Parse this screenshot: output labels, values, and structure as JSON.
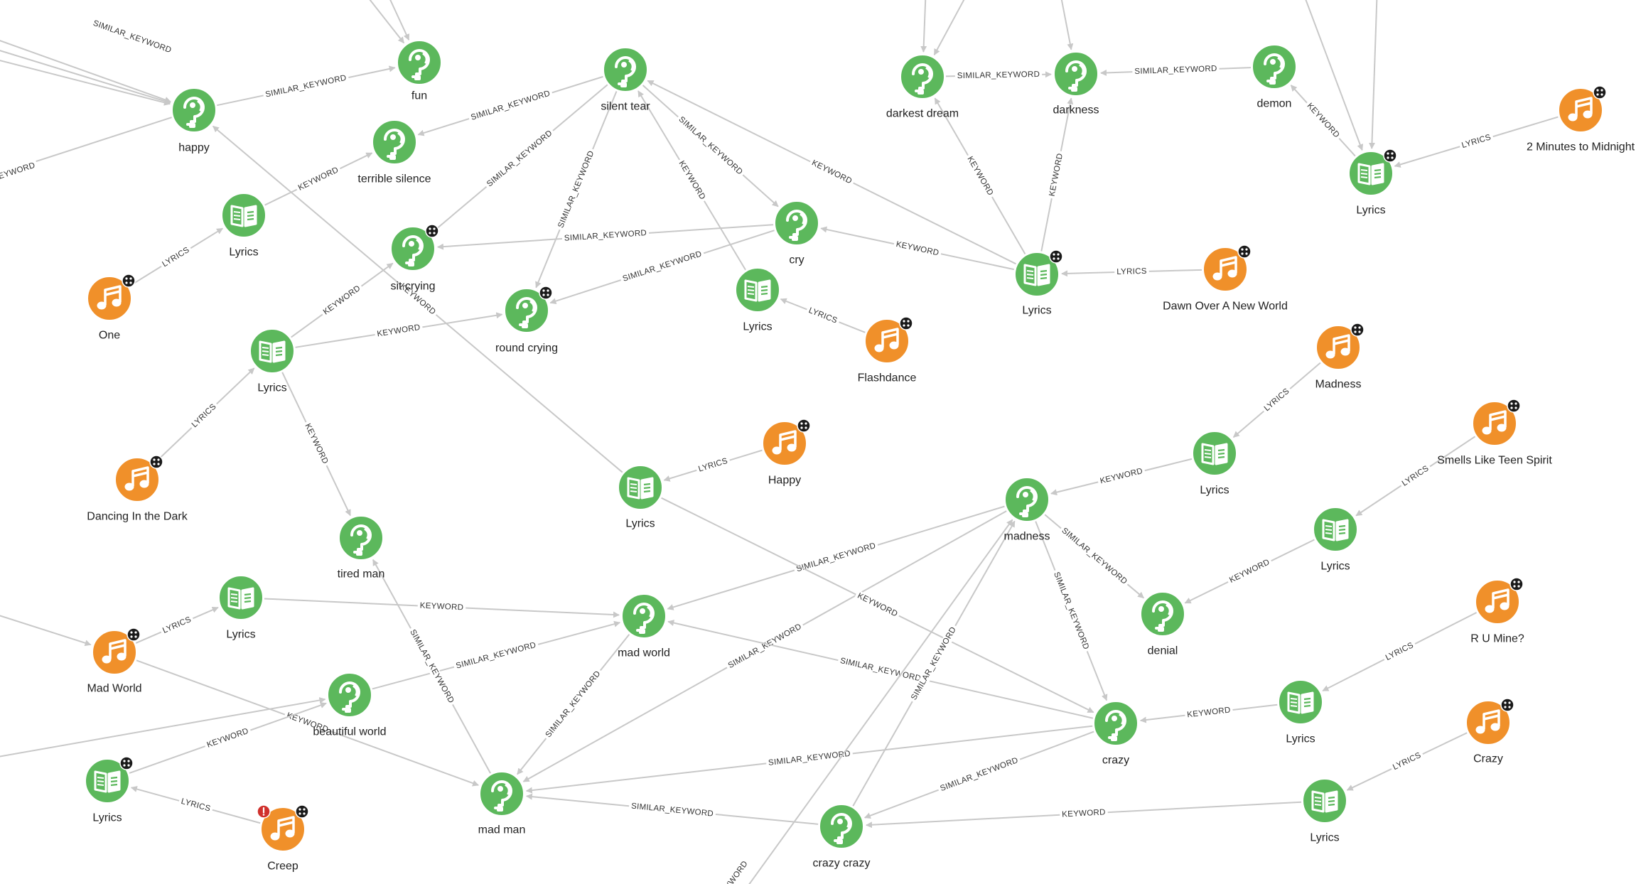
{
  "colors": {
    "keyword": "#5cb85c",
    "lyrics": "#5cb85c",
    "song": "#f0902a",
    "edge": "#c8c8c8",
    "badge": "#1a1a1a",
    "warning": "#d0312d"
  },
  "icons": {
    "keyword": "key-icon",
    "lyrics": "book-icon",
    "song": "music-note-icon",
    "badge": "expand-badge-icon",
    "warning": "warning-icon"
  },
  "nodes": [
    {
      "id": "fun",
      "label": "fun",
      "type": "keyword"
    },
    {
      "id": "happy",
      "label": "happy",
      "type": "keyword"
    },
    {
      "id": "silent_tear",
      "label": "silent tear",
      "type": "keyword"
    },
    {
      "id": "terrible_silence",
      "label": "terrible silence",
      "type": "keyword"
    },
    {
      "id": "lyrics_one",
      "label": "Lyrics",
      "type": "lyrics"
    },
    {
      "id": "one",
      "label": "One",
      "type": "song",
      "badge": true
    },
    {
      "id": "sit_crying",
      "label": "sit crying",
      "type": "keyword",
      "badge": true
    },
    {
      "id": "round_crying",
      "label": "round crying",
      "type": "keyword",
      "badge": true
    },
    {
      "id": "cry",
      "label": "cry",
      "type": "keyword"
    },
    {
      "id": "lyrics_flash",
      "label": "Lyrics",
      "type": "lyrics"
    },
    {
      "id": "flashdance",
      "label": "Flashdance",
      "type": "song",
      "badge": true
    },
    {
      "id": "lyrics_dark",
      "label": "Lyrics",
      "type": "lyrics"
    },
    {
      "id": "dancing",
      "label": "Dancing In the Dark",
      "type": "song",
      "badge": true
    },
    {
      "id": "tired_man",
      "label": "tired man",
      "type": "keyword"
    },
    {
      "id": "lyrics_happy",
      "label": "Lyrics",
      "type": "lyrics"
    },
    {
      "id": "happy_song",
      "label": "Happy",
      "type": "song",
      "badge": true
    },
    {
      "id": "darkest_dream",
      "label": "darkest dream",
      "type": "keyword"
    },
    {
      "id": "darkness",
      "label": "darkness",
      "type": "keyword"
    },
    {
      "id": "demon",
      "label": "demon",
      "type": "keyword"
    },
    {
      "id": "lyrics_2min",
      "label": "Lyrics",
      "type": "lyrics",
      "badge": true
    },
    {
      "id": "two_minutes",
      "label": "2 Minutes to Midnight",
      "type": "song",
      "badge": true
    },
    {
      "id": "lyrics_dawn",
      "label": "Lyrics",
      "type": "lyrics",
      "badge": true
    },
    {
      "id": "dawn",
      "label": "Dawn Over A New World",
      "type": "song",
      "badge": true
    },
    {
      "id": "madness_song",
      "label": "Madness",
      "type": "song",
      "badge": true
    },
    {
      "id": "lyrics_madness",
      "label": "Lyrics",
      "type": "lyrics"
    },
    {
      "id": "madness",
      "label": "madness",
      "type": "keyword"
    },
    {
      "id": "smells",
      "label": "Smells Like Teen Spirit",
      "type": "song",
      "badge": true
    },
    {
      "id": "lyrics_smells",
      "label": "Lyrics",
      "type": "lyrics"
    },
    {
      "id": "denial",
      "label": "denial",
      "type": "keyword"
    },
    {
      "id": "lyrics_madworld",
      "label": "Lyrics",
      "type": "lyrics"
    },
    {
      "id": "mad_world_song",
      "label": "Mad World",
      "type": "song",
      "badge": true
    },
    {
      "id": "mad_world",
      "label": "mad world",
      "type": "keyword"
    },
    {
      "id": "beautiful_world",
      "label": "beautiful world",
      "type": "keyword"
    },
    {
      "id": "lyrics_creep",
      "label": "Lyrics",
      "type": "lyrics",
      "badge": true
    },
    {
      "id": "creep",
      "label": "Creep",
      "type": "song",
      "badge": true,
      "warning": true
    },
    {
      "id": "mad_man",
      "label": "mad man",
      "type": "keyword"
    },
    {
      "id": "crazy_crazy",
      "label": "crazy crazy",
      "type": "keyword"
    },
    {
      "id": "crazy",
      "label": "crazy",
      "type": "keyword"
    },
    {
      "id": "ru_mine",
      "label": "R U Mine?",
      "type": "song",
      "badge": true
    },
    {
      "id": "lyrics_ru",
      "label": "Lyrics",
      "type": "lyrics"
    },
    {
      "id": "crazy_song",
      "label": "Crazy",
      "type": "song",
      "badge": true
    },
    {
      "id": "lyrics_crazy",
      "label": "Lyrics",
      "type": "lyrics"
    }
  ],
  "edges": [
    {
      "from": "happy",
      "to": "fun",
      "label": "SIMILAR_KEYWORD"
    },
    {
      "from": "silent_tear",
      "to": "terrible_silence",
      "label": "SIMILAR_KEYWORD"
    },
    {
      "from": "lyrics_one",
      "to": "terrible_silence",
      "label": "KEYWORD"
    },
    {
      "from": "one",
      "to": "lyrics_one",
      "label": "LYRICS"
    },
    {
      "from": "silent_tear",
      "to": "sit_crying",
      "label": "SIMILAR_KEYWORD"
    },
    {
      "from": "silent_tear",
      "to": "round_crying",
      "label": "SIMILAR_KEYWORD"
    },
    {
      "from": "silent_tear",
      "to": "cry",
      "label": "SIMILAR_KEYWORD"
    },
    {
      "from": "cry",
      "to": "sit_crying",
      "label": "SIMILAR_KEYWORD"
    },
    {
      "from": "cry",
      "to": "round_crying",
      "label": "SIMILAR_KEYWORD"
    },
    {
      "from": "lyrics_flash",
      "to": "silent_tear",
      "label": "KEYWORD"
    },
    {
      "from": "flashdance",
      "to": "lyrics_flash",
      "label": "LYRICS"
    },
    {
      "from": "lyrics_dark",
      "to": "sit_crying",
      "label": "KEYWORD"
    },
    {
      "from": "lyrics_dark",
      "to": "round_crying",
      "label": "KEYWORD"
    },
    {
      "from": "dancing",
      "to": "lyrics_dark",
      "label": "LYRICS"
    },
    {
      "from": "lyrics_dark",
      "to": "tired_man",
      "label": "KEYWORD"
    },
    {
      "from": "lyrics_happy",
      "to": "happy",
      "label": "KEYWORD"
    },
    {
      "from": "happy_song",
      "to": "lyrics_happy",
      "label": "LYRICS"
    },
    {
      "from": "darkest_dream",
      "to": "darkness",
      "label": "SIMILAR_KEYWORD"
    },
    {
      "from": "demon",
      "to": "darkness",
      "label": "SIMILAR_KEYWORD"
    },
    {
      "from": "lyrics_2min",
      "to": "demon",
      "label": "KEYWORD"
    },
    {
      "from": "two_minutes",
      "to": "lyrics_2min",
      "label": "LYRICS"
    },
    {
      "from": "lyrics_dawn",
      "to": "silent_tear",
      "label": "KEYWORD"
    },
    {
      "from": "lyrics_dawn",
      "to": "cry",
      "label": "KEYWORD"
    },
    {
      "from": "lyrics_dawn",
      "to": "darkest_dream",
      "label": "KEYWORD"
    },
    {
      "from": "lyrics_dawn",
      "to": "darkness",
      "label": "KEYWORD"
    },
    {
      "from": "dawn",
      "to": "lyrics_dawn",
      "label": "LYRICS"
    },
    {
      "from": "madness_song",
      "to": "lyrics_madness",
      "label": "LYRICS"
    },
    {
      "from": "lyrics_madness",
      "to": "madness",
      "label": "KEYWORD"
    },
    {
      "from": "smells",
      "to": "lyrics_smells",
      "label": "LYRICS"
    },
    {
      "from": "lyrics_smells",
      "to": "denial",
      "label": "KEYWORD"
    },
    {
      "from": "madness",
      "to": "denial",
      "label": "SIMILAR_KEYWORD"
    },
    {
      "from": "madness",
      "to": "crazy",
      "label": "SIMILAR_KEYWORD"
    },
    {
      "from": "madness",
      "to": "mad_world",
      "label": "SIMILAR_KEYWORD"
    },
    {
      "from": "madness",
      "to": "mad_man",
      "label": "SIMILAR_KEYWORD"
    },
    {
      "from": "lyrics_happy",
      "to": "crazy",
      "label": "KEYWORD"
    },
    {
      "from": "lyrics_madworld",
      "to": "mad_world",
      "label": "KEYWORD"
    },
    {
      "from": "mad_world_song",
      "to": "lyrics_madworld",
      "label": "LYRICS"
    },
    {
      "from": "mad_world_song",
      "to": "mad_man",
      "label": "KEYWORD"
    },
    {
      "from": "beautiful_world",
      "to": "mad_world",
      "label": "SIMILAR_KEYWORD"
    },
    {
      "from": "mad_world",
      "to": "mad_man",
      "label": "SIMILAR_KEYWORD"
    },
    {
      "from": "crazy",
      "to": "mad_world",
      "label": "SIMILAR_KEYWORD"
    },
    {
      "from": "mad_man",
      "to": "tired_man",
      "label": "SIMILAR_KEYWORD"
    },
    {
      "from": "lyrics_creep",
      "to": "beautiful_world",
      "label": "KEYWORD"
    },
    {
      "from": "creep",
      "to": "lyrics_creep",
      "label": "LYRICS"
    },
    {
      "from": "crazy",
      "to": "mad_man",
      "label": "SIMILAR_KEYWORD"
    },
    {
      "from": "crazy_crazy",
      "to": "mad_man",
      "label": "SIMILAR_KEYWORD"
    },
    {
      "from": "crazy",
      "to": "crazy_crazy",
      "label": "SIMILAR_KEYWORD"
    },
    {
      "from": "crazy_crazy",
      "to": "madness",
      "label": "SIMILAR_KEYWORD"
    },
    {
      "from": "lyrics_ru",
      "to": "crazy",
      "label": "KEYWORD"
    },
    {
      "from": "ru_mine",
      "to": "lyrics_ru",
      "label": "LYRICS"
    },
    {
      "from": "crazy_song",
      "to": "lyrics_crazy",
      "label": "LYRICS"
    },
    {
      "from": "lyrics_crazy",
      "to": "crazy_crazy",
      "label": "KEYWORD"
    }
  ],
  "offscreen_edges": [
    {
      "to": "happy",
      "label": "SIMILAR_KEYWORD"
    },
    {
      "to": "happy",
      "label": ""
    },
    {
      "to": "happy",
      "label": ""
    },
    {
      "from": "happy",
      "label": "KEYWORD"
    },
    {
      "to": "fun",
      "label": ""
    },
    {
      "to": "fun",
      "label": ""
    },
    {
      "to": "darkest_dream",
      "label": ""
    },
    {
      "to": "darkest_dream",
      "label": ""
    },
    {
      "to": "darkness",
      "label": ""
    },
    {
      "to": "lyrics_2min",
      "label": ""
    },
    {
      "to": "lyrics_2min",
      "label": ""
    },
    {
      "to": "mad_world_song",
      "label": ""
    },
    {
      "to": "beautiful_world",
      "label": ""
    },
    {
      "to": "madness",
      "label": "KEYWORD"
    }
  ]
}
